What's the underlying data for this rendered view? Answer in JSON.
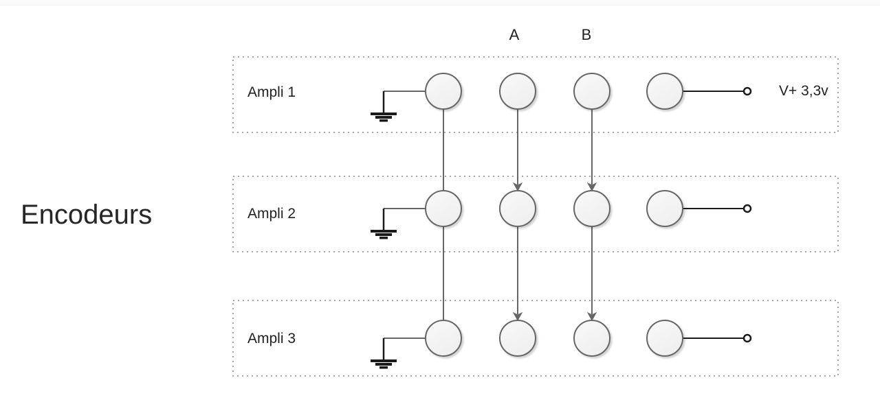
{
  "diagram": {
    "title": "Encodeurs",
    "column_labels": {
      "a": "A",
      "b": "B"
    },
    "supply_label": "V+ 3,3v",
    "rows": [
      {
        "label": "Ampli 1"
      },
      {
        "label": "Ampli 2"
      },
      {
        "label": "Ampli 3"
      }
    ],
    "colors": {
      "wire_gray": "#666666",
      "wire_dark": "#1a1a1a",
      "terminal_fill": "#f5f5f5",
      "terminal_stroke": "#666666",
      "box_border": "#8c8c8c",
      "text": "#212121"
    }
  }
}
